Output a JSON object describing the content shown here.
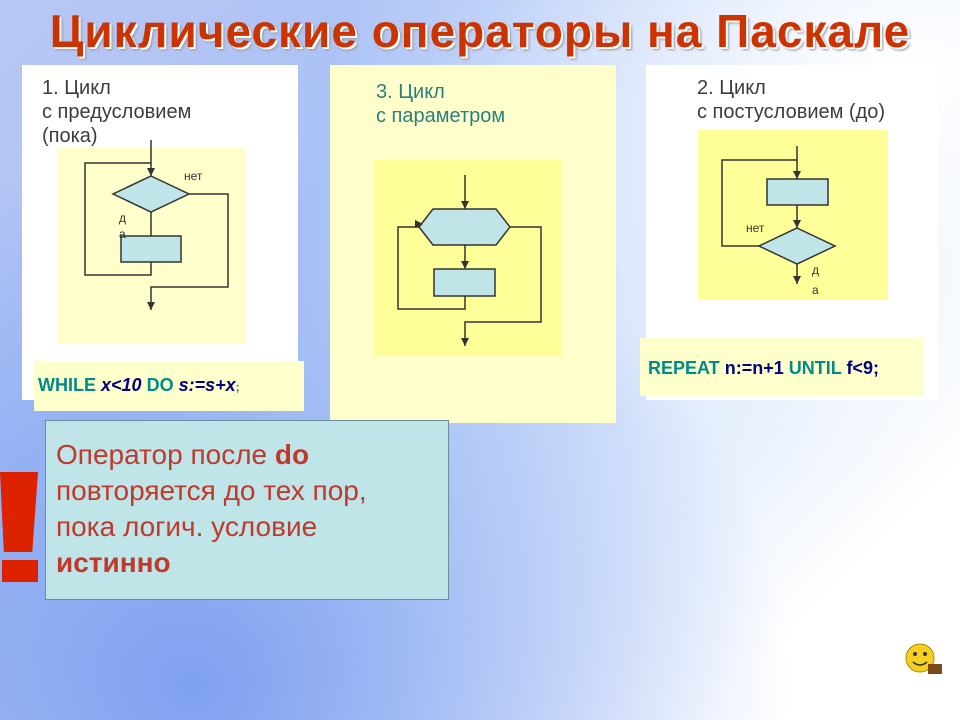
{
  "title": "Циклические операторы на Паскале",
  "panels": {
    "p1": {
      "heading": [
        "1. Цикл",
        "с  предусловием",
        "(пока)"
      ],
      "label_no": "нет",
      "label_yes": [
        "д",
        "а"
      ],
      "code": {
        "kw1": "WHILE",
        "cond": "x<10",
        "kw2": "DO",
        "stmt": "s:=s+x",
        "end": ";"
      }
    },
    "p3": {
      "heading": [
        "3. Цикл",
        "с  параметром"
      ]
    },
    "p2": {
      "heading": [
        "2. Цикл",
        "с  постусловием (до)"
      ],
      "label_no": "нет",
      "label_yes": [
        "д",
        "а"
      ],
      "code": {
        "kw1": "REPEAT",
        "stmt": "n:=n+1",
        "kw2": "UNTIL",
        "cond": "f<9;"
      }
    }
  },
  "note": {
    "line1_prefix": "Оператор после ",
    "line1_kw": "do",
    "line2": "повторяется до тех пор,",
    "line3": "пока логич. условие",
    "line4": "истинно"
  },
  "colors": {
    "title": "#cc3300",
    "shape_fill": "#bfe5e8",
    "panel_yellow": "#ffffcc",
    "note_text": "#c0392b",
    "keyword": "#008b8b"
  },
  "icons": [
    "exclamation-icon",
    "smiley-icon"
  ]
}
